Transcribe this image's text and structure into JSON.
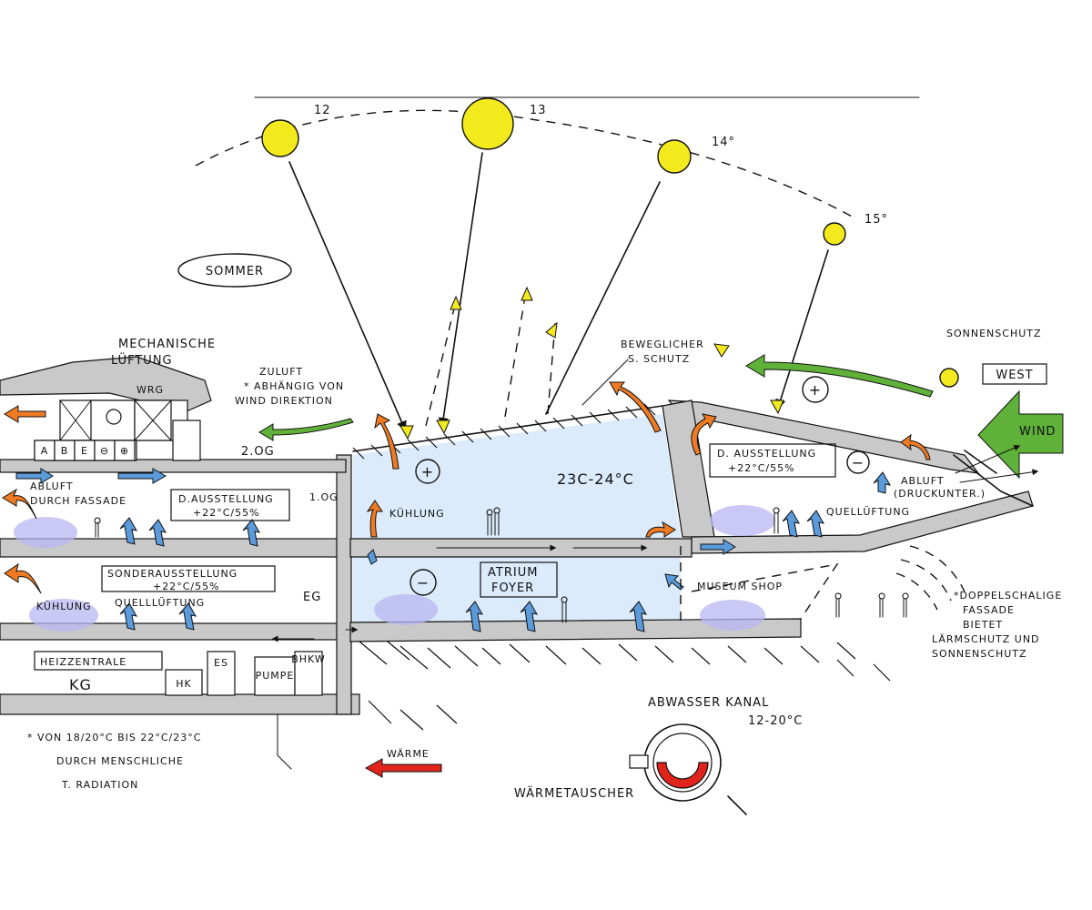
{
  "season_label": "SOMMER",
  "sun_positions": [
    {
      "time": "12"
    },
    {
      "time": "13"
    },
    {
      "time": "14°"
    },
    {
      "time": "15°"
    }
  ],
  "labels": {
    "mechanical_ventilation": "MECHANISCHE\nLÜFTUNG",
    "wrg": "WRG",
    "supply_air": "ZULUFT\n* ABHÄNGIG VON\nWIND DIREKTION",
    "floor_2og": "2.OG",
    "floor_1og": "1.OG",
    "floor_eg": "EG",
    "floor_kg": "KG",
    "exhaust_facade": "ABLUFT\nDURCH FASSADE",
    "exhibition_1og": "D.AUSSTELLUNG\n+22°C/55%",
    "special_exhibition": "SONDERAUSSTELLUNG\n+22°C/55%",
    "cooling_eg": "KÜHLUNG",
    "source_ventilation_eg": "QUELLLÜFTUNG",
    "heating_center": "HEIZZENTRALE",
    "hk": "HK",
    "es": "ES",
    "pumpe": "PUMPE",
    "bhkw": "BHKW",
    "atrium_temp": "23C-24°C",
    "atrium_cooling": "KÜHLUNG",
    "atrium_foyer": "ATRIUM\nFOYER",
    "movable_shading": "BEWEGLICHER\nS. SCHUTZ",
    "museum_shop": "MUSEUM SHOP",
    "sun_shading": "SONNENSCHUTZ",
    "west": "WEST",
    "wind": "WIND",
    "exhibition_right": "D. AUSSTELLUNG\n+22°C/55%",
    "exhaust_right": "ABLUFT\n(DRUCKUNTER.)",
    "source_ventilation_right": "QUELLÜFTUNG",
    "double_facade": "*DOPPELSCHALIGE\nFASSADE\nBIETET\nLÄRMSCHUTZ UND\nSONNENSCHUTZ",
    "sewer": "ABWASSER KANAL\n12-20°C",
    "heat": "WÄRME",
    "heat_exchanger": "WÄRMETAUSCHER",
    "footnote": "* VON 18/20°C BIS 22°C/23°C\nDURCH MENSCHLICHE\nT. RADIATION",
    "plus": "+",
    "minus": "−"
  },
  "ahu_modules": [
    "A",
    "B",
    "E",
    "⊖",
    "⊕"
  ],
  "colors": {
    "sun": "#f2ea1c",
    "atrium": "#dcebfb",
    "cool_air": "#5b9bdc",
    "warm_air": "#ee7b24",
    "wind": "#5fb13a",
    "heat": "#e0241b",
    "occupancy_zone": "#b8b6f0",
    "slab": "#c9c9c9"
  }
}
